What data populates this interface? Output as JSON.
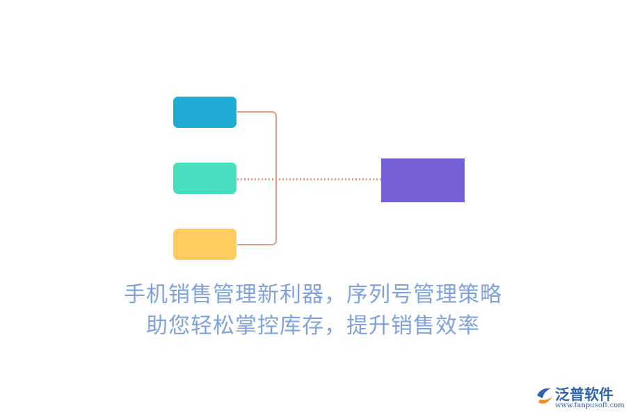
{
  "diagram": {
    "caption_lines": [
      "手机销售管理新利器，序列号管理策略",
      "助您轻松掌控库存，提升销售效率"
    ],
    "colors": {
      "box_blue": "#1fabd4",
      "box_teal": "#48dfc0",
      "box_yellow": "#fecd5f",
      "box_purple": "#755ed6",
      "bracket_line": "#e39a80",
      "dotted_line": "#e39a80",
      "caption": "#7ea3dc"
    }
  },
  "logo": {
    "name": "泛普软件",
    "url": "www.fanpusoft.com",
    "icon": "fanpu-logo-icon",
    "colors": {
      "text": "#2f63a9",
      "accent": "#f08a1c"
    }
  }
}
